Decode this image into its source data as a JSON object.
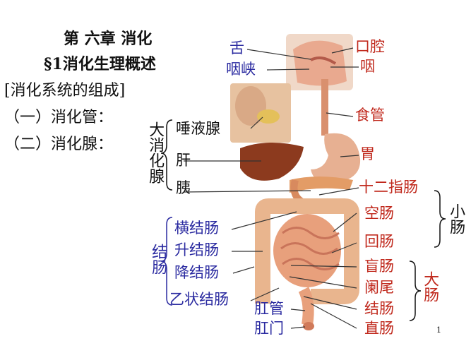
{
  "heading": {
    "chapter": "第 六章  消化",
    "section": "§1消化生理概述",
    "subtitle": "[消化系统的组成]"
  },
  "items": {
    "tract": "（一）消化管：",
    "glands": "（二）消化腺："
  },
  "gland_group": {
    "label": "大消化腺",
    "salivary": "唾液腺",
    "liver": "肝",
    "pancreas": "胰"
  },
  "upper_labels": {
    "tongue": "舌",
    "fauces": "咽峡",
    "mouth": "口腔",
    "pharynx": "咽",
    "esophagus": "食管",
    "stomach": "胃",
    "duodenum": "十二指肠"
  },
  "small_intestine": {
    "label": "小肠",
    "jejunum": "空肠",
    "ileum": "回肠"
  },
  "colon_group": {
    "label": "结肠",
    "transverse": "横结肠",
    "ascending": "升结肠",
    "descending": "降结肠",
    "sigmoid": "乙状结肠"
  },
  "large_intestine": {
    "label": "大肠",
    "cecum": "盲肠",
    "appendix": "阑尾",
    "colon": "结肠",
    "rectum": "直肠"
  },
  "anal": {
    "canal": "肛管",
    "anus": "肛门"
  },
  "page_number": "1",
  "colors": {
    "label_blue": "#2a2aa0",
    "label_red": "#c0281c",
    "text_black": "#111111",
    "organ_tan": "#e8b48c",
    "liver_brown": "#8c3a1e"
  }
}
